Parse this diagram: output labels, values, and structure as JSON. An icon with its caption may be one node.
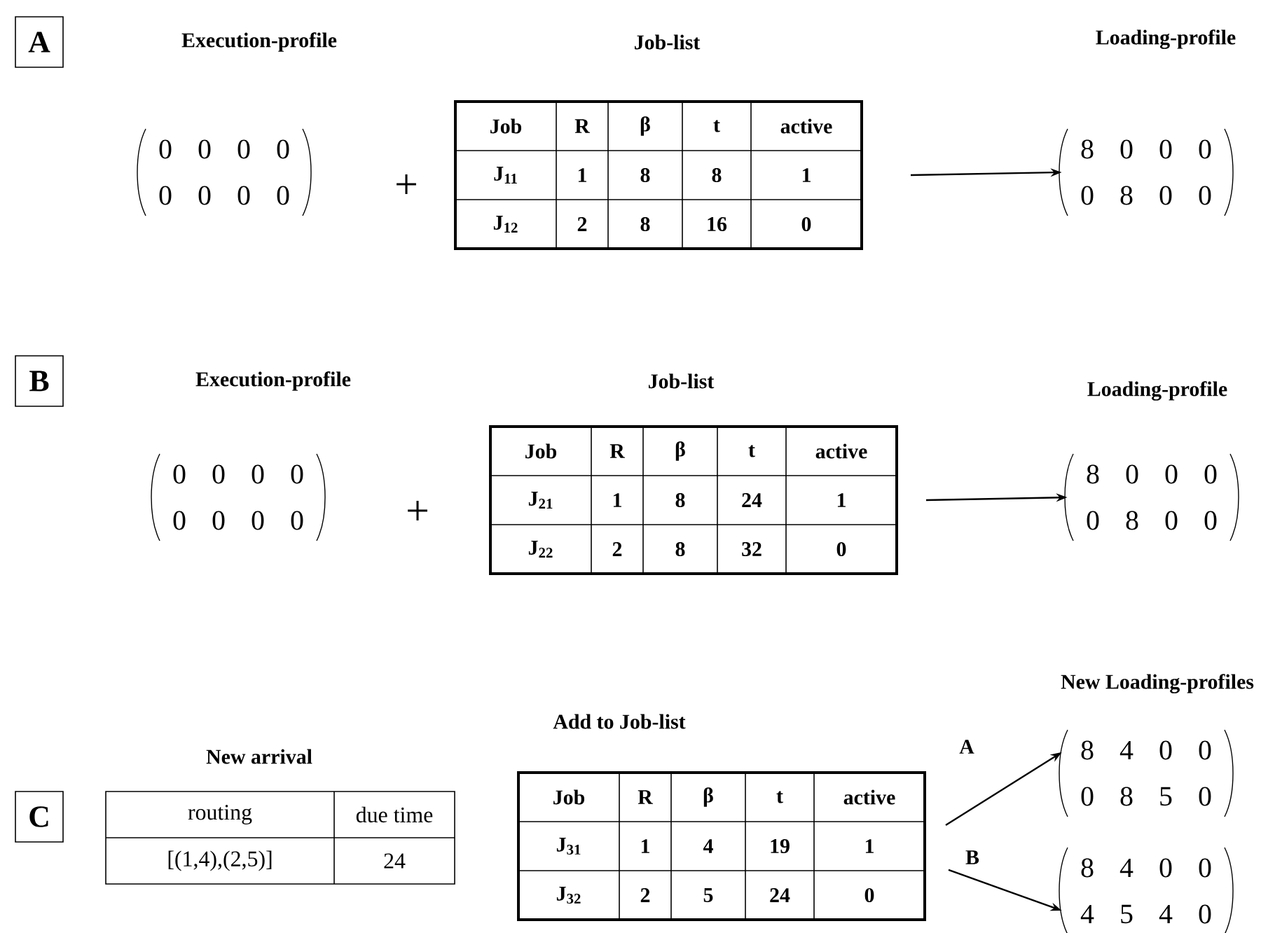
{
  "diagram": {
    "nodes": [
      {
        "text": [
          "A"
        ]
      },
      {
        "text": [
          "Execution-profile",
          "0",
          "0",
          "0",
          "0",
          "0",
          "0",
          "0",
          "0"
        ]
      },
      {
        "text": [
          "Job-list",
          "Job",
          "R",
          "β",
          "t",
          "active",
          "J$_{11}$",
          "1",
          "8",
          "8",
          "1",
          "J$_{12}$",
          "2",
          "8",
          "16",
          "0"
        ]
      },
      {
        "text": [
          "Loading-profile",
          "8",
          "0",
          "0",
          "0",
          "0",
          "8",
          "0",
          "0"
        ]
      },
      {
        "text": [
          "B"
        ]
      },
      {
        "text": [
          "Execution-profile",
          "0",
          "0",
          "0",
          "0",
          "0",
          "0",
          "0",
          "0"
        ]
      },
      {
        "text": [
          "Job-list",
          "Job",
          "R",
          "β",
          "t",
          "active",
          "J$_{21}$",
          "1",
          "8",
          "24",
          "1",
          "J$_{22}$",
          "2",
          "8",
          "32",
          "0"
        ]
      },
      {
        "text": [
          "Loading-profile",
          "8",
          "0",
          "0",
          "0",
          "0",
          "8",
          "0",
          "0"
        ]
      },
      {
        "text": [
          "C"
        ]
      },
      {
        "text": [
          "New arrival",
          "routing",
          "due time",
          "[(1,4),(2,5)]",
          "24"
        ]
      },
      {
        "text": [
          "Add to Job-list",
          "Job",
          "R",
          "β",
          "t",
          "active",
          "J$_{31}$",
          "1",
          "4",
          "19",
          "1",
          "J$_{32}$",
          "2",
          "5",
          "24",
          "0"
        ]
      },
      {
        "text": [
          "New Loading-profiles",
          "8",
          "4",
          "0",
          "0",
          "0",
          "8",
          "5",
          "0"
        ]
      },
      {
        "text": [
          "8",
          "4",
          "0",
          "0",
          "4",
          "5",
          "4",
          "0"
        ]
      }
    ],
    "edges": [
      {
        "from": 2,
        "to": 3,
        "arrow": "to"
      },
      {
        "from": 6,
        "to": 7,
        "arrow": "to"
      },
      {
        "from": 10,
        "to": 11,
        "arrow": "to",
        "label": "A"
      },
      {
        "from": 10,
        "to": 12,
        "arrow": "to",
        "label": "B"
      }
    ],
    "labels": [
      "+",
      "+"
    ]
  }
}
